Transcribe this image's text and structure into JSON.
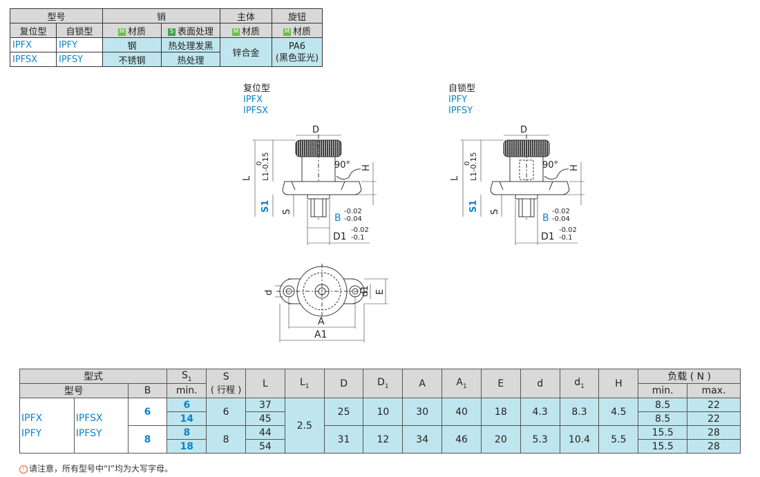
{
  "material_table": {
    "h_model": "型号",
    "h_pin": "销",
    "h_body": "主体",
    "h_knob": "旋钮",
    "h_reset": "复位型",
    "h_lock": "自锁型",
    "h_mat": "材质",
    "h_surface": "表面处理",
    "m_badge": "M",
    "s_badge": "S",
    "rows": [
      {
        "reset": "IPFX",
        "lock": "IPFY",
        "pin_mat": "钢",
        "pin_surface": "热处理发黑"
      },
      {
        "reset": "IPFSX",
        "lock": "IPFSY",
        "pin_mat": "不锈钢",
        "pin_surface": "热处理"
      }
    ],
    "body_mat": "锌合金",
    "knob_mat_1": "PA6",
    "knob_mat_2": "(黑色亚光)"
  },
  "drawings": {
    "left_title": "复位型",
    "left_m1": "IPFX",
    "left_m2": "IPFSX",
    "right_title": "自锁型",
    "right_m1": "IPFY",
    "right_m2": "IPFSY",
    "dim_D": "D",
    "dim_L": "L",
    "dim_L1": "L1-0.15",
    "dim_L1_up": "0",
    "dim_angle": "90°",
    "dim_H": "H",
    "dim_S1": "S1",
    "dim_S": "S",
    "dim_B": "B",
    "dim_B_tol_up": "-0.02",
    "dim_B_tol_lo": "-0.04",
    "dim_D1": "D1",
    "dim_D1_tol_up": "-0.02",
    "dim_D1_tol_lo": "-0.1",
    "dim_d": "d",
    "dim_d1": "d1",
    "dim_E": "E",
    "dim_A": "A",
    "dim_A1": "A1"
  },
  "data_table": {
    "h_type": "型式",
    "h_model": "型号",
    "h_B": "B",
    "h_S1": "S",
    "h_S1_sub": "1",
    "h_min": "min.",
    "h_S": "S",
    "h_stroke": "( 行程 )",
    "h_L": "L",
    "h_L1": "L",
    "h_L1_sub": "1",
    "h_D": "D",
    "h_D1": "D",
    "h_D1_sub": "1",
    "h_A": "A",
    "h_A1": "A",
    "h_A1_sub": "1",
    "h_E": "E",
    "h_d": "d",
    "h_d1": "d",
    "h_d1_sub": "1",
    "h_H": "H",
    "h_load": "负载 ( N )",
    "h_lmin": "min.",
    "h_lmax": "max.",
    "m_x": "IPFX",
    "m_sx": "IPFSX",
    "m_y": "IPFY",
    "m_sy": "IPFSY",
    "groups": [
      {
        "B": "6",
        "S": "6",
        "L1": "2.5",
        "D": "25",
        "D1": "10",
        "A": "30",
        "A1": "40",
        "E": "18",
        "d": "4.3",
        "d1": "8.3",
        "H": "4.5",
        "rows": [
          {
            "S1": "6",
            "L": "37",
            "min": "8.5",
            "max": "22"
          },
          {
            "S1": "14",
            "L": "45",
            "min": "8.5",
            "max": "22"
          }
        ]
      },
      {
        "B": "8",
        "S": "8",
        "D": "31",
        "D1": "12",
        "A": "34",
        "A1": "46",
        "E": "20",
        "d": "5.3",
        "d1": "10.4",
        "H": "5.5",
        "rows": [
          {
            "S1": "8",
            "L": "44",
            "min": "15.5",
            "max": "28"
          },
          {
            "S1": "18",
            "L": "54",
            "min": "15.5",
            "max": "28"
          }
        ]
      }
    ]
  },
  "note": {
    "icon": "!",
    "text": "请注意，所有型号中“I”均为大写字母。"
  }
}
